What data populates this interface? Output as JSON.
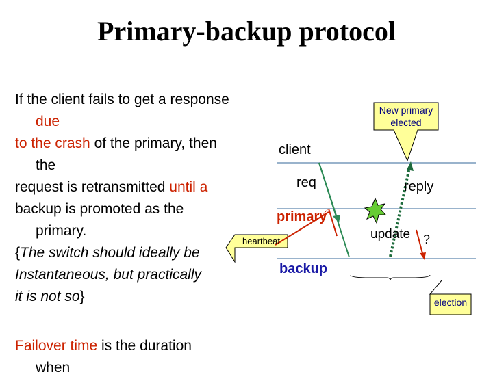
{
  "slide": {
    "title": "Primary-backup protocol",
    "para1": {
      "line1": "If the client fails to get a response",
      "line2": "due",
      "line3a": "to the crash",
      "line3b": " of the primary, then",
      "line4": "the",
      "line5a": "request is retransmitted ",
      "line5b": "until a",
      "line6": "backup is promoted as the",
      "line7": "primary."
    },
    "para2": {
      "line1a": "{",
      "line1b": "The switch should ideally be",
      "line2": "Instantaneous, but practically",
      "line3a": "it is not so",
      "line3b": "}"
    },
    "para3": {
      "line1a": "Failover time",
      "line1b": " is the duration",
      "line2": "when"
    }
  },
  "diagram": {
    "client_label": "client",
    "req_label": "req",
    "reply_label": "reply",
    "primary_label": "primary",
    "backup_label": "backup",
    "heartbeat_label": "heartbeat",
    "update_label": "update",
    "question_mark": "?",
    "new_primary_callout": "New primary elected",
    "election_callout": "election"
  },
  "colors": {
    "accent_red": "#cc2200",
    "blue_text": "#1a1aa6",
    "callout_fill": "#ffff99",
    "timeline": "#99b3cc",
    "req_arrow": "#2e8b57",
    "reply_arrow": "#1e6b3c",
    "update_arrow": "#cc2200"
  }
}
